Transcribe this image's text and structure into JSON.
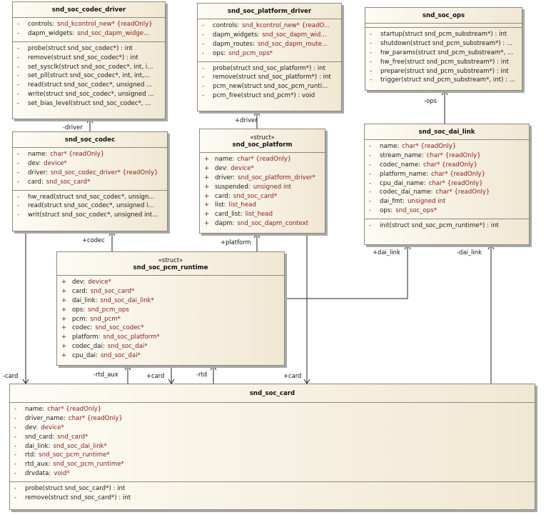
{
  "classes": {
    "codec_driver": {
      "title": "snd_soc_codec_driver",
      "attrs": [
        {
          "vis": "-",
          "name": "controls:",
          "type": "snd_kcontrol_new* {readOnly}"
        },
        {
          "vis": "-",
          "name": "dapm_widgets:",
          "type": "snd_soc_dapm_widge..."
        }
      ],
      "ops": [
        {
          "vis": "-",
          "text": "probe(struct snd_soc_codec*) : int"
        },
        {
          "vis": "-",
          "text": "remove(struct snd_soc_codec*) : int"
        },
        {
          "vis": "-",
          "text": "set_sysclk(struct snd_soc_codec*, int, i..."
        },
        {
          "vis": "-",
          "text": "set_pll(struct snd_soc_codec*, int, int,..."
        },
        {
          "vis": "-",
          "text": "read(struct snd_soc_codec*, unsigned ..."
        },
        {
          "vis": "-",
          "text": "write(struct snd_soc_codec*, unsigned ..."
        },
        {
          "vis": "-",
          "text": "set_bias_level(struct snd_soc_codec*, ..."
        }
      ]
    },
    "platform_driver": {
      "title": "snd_soc_platform_driver",
      "attrs": [
        {
          "vis": "-",
          "name": "controls:",
          "type": "snd_kcontrol_new* {readO..."
        },
        {
          "vis": "-",
          "name": "dapm_widgets:",
          "type": "snd_soc_dapm_wid..."
        },
        {
          "vis": "-",
          "name": "dapm_routes:",
          "type": "snd_soc_dapm_route..."
        },
        {
          "vis": "-",
          "name": "ops:",
          "type": "snd_pcm_ops*"
        }
      ],
      "ops": [
        {
          "vis": "-",
          "text": "probe(struct snd_soc_platform*) : int"
        },
        {
          "vis": "-",
          "text": "remove(struct snd_soc_platform*) : int"
        },
        {
          "vis": "-",
          "text": "pcm_new(struct snd_soc_pcm_runti..."
        },
        {
          "vis": "-",
          "text": "pcm_free(struct snd_pcm*) : void"
        }
      ]
    },
    "soc_ops": {
      "title": "snd_soc_ops",
      "attrs": [],
      "ops": [
        {
          "vis": "-",
          "text": "startup(struct snd_pcm_substream*) : int"
        },
        {
          "vis": "-",
          "text": "shutdown(struct snd_pcm_substream*) : ..."
        },
        {
          "vis": "-",
          "text": "hw_params(struct snd_pcm_substream*, ..."
        },
        {
          "vis": "-",
          "text": "hw_free(struct snd_pcm_substream*) : int"
        },
        {
          "vis": "-",
          "text": "prepare(struct snd_pcm_substream*) : int"
        },
        {
          "vis": "-",
          "text": "trigger(struct snd_pcm_substream*, int) : ..."
        }
      ]
    },
    "codec": {
      "title": "snd_soc_codec",
      "attrs": [
        {
          "vis": "-",
          "name": "name:",
          "type": "char* {readOnly}"
        },
        {
          "vis": "-",
          "name": "dev:",
          "type": "device*"
        },
        {
          "vis": "-",
          "name": "driver:",
          "type": "snd_soc_codec_driver* {readOnly}"
        },
        {
          "vis": "-",
          "name": "card:",
          "type": "snd_soc_card*"
        }
      ],
      "ops": [
        {
          "vis": "-",
          "text": "hw_read(struct snd_soc_codec*, unsign..."
        },
        {
          "vis": "-",
          "text": "read(struct snd_soc_codec*, unsigned i..."
        },
        {
          "vis": "-",
          "text": "writ(struct snd_soc_codec*, unsigned int..."
        }
      ]
    },
    "platform": {
      "stereotype": "«struct»",
      "title": "snd_soc_platform",
      "attrs": [
        {
          "vis": "+",
          "name": "name:",
          "type": "char* {readOnly}"
        },
        {
          "vis": "+",
          "name": "dev:",
          "type": "device*"
        },
        {
          "vis": "+",
          "name": "driver:",
          "type": "snd_soc_platform_driver*"
        },
        {
          "vis": "+",
          "name": "suspended:",
          "type": "unsigned int"
        },
        {
          "vis": "+",
          "name": "card:",
          "type": "snd_soc_card*"
        },
        {
          "vis": "+",
          "name": "list:",
          "type": "list_head"
        },
        {
          "vis": "+",
          "name": "card_list:",
          "type": "list_head"
        },
        {
          "vis": "+",
          "name": "dapm:",
          "type": "snd_soc_dapm_context"
        }
      ],
      "ops": []
    },
    "dai_link": {
      "title": "snd_soc_dai_link",
      "attrs": [
        {
          "vis": "-",
          "name": "name:",
          "type": "char* {readOnly}"
        },
        {
          "vis": "-",
          "name": "stream_name:",
          "type": "char* {readOnly}"
        },
        {
          "vis": "-",
          "name": "codec_name:",
          "type": "char* {readOnly}"
        },
        {
          "vis": "-",
          "name": "platform_name:",
          "type": "char* {readOnly}"
        },
        {
          "vis": "-",
          "name": "cpu_dai_name:",
          "type": "char* {readOnly}"
        },
        {
          "vis": "-",
          "name": "codec_dai_name:",
          "type": "char* {readOnly}"
        },
        {
          "vis": "-",
          "name": "dai_fmt:",
          "type": "unsigned int"
        },
        {
          "vis": "-",
          "name": "ops:",
          "type": "snd_soc_ops*"
        }
      ],
      "ops": [
        {
          "vis": "-",
          "text": "init(struct snd_soc_pcm_runtime*) : int"
        }
      ]
    },
    "pcm_runtime": {
      "stereotype": "«struct»",
      "title": "snd_soc_pcm_runtime",
      "attrs": [
        {
          "vis": "+",
          "name": "dev:",
          "type": "device*"
        },
        {
          "vis": "+",
          "name": "card:",
          "type": "snd_soc_card*"
        },
        {
          "vis": "+",
          "name": "dai_link:",
          "type": "snd_soc_dai_link*"
        },
        {
          "vis": "+",
          "name": "ops:",
          "type": "snd_pcm_ops"
        },
        {
          "vis": "+",
          "name": "pcm:",
          "type": "snd_pcm*"
        },
        {
          "vis": "+",
          "name": "codec:",
          "type": "snd_soc_codec*"
        },
        {
          "vis": "+",
          "name": "platform:",
          "type": "snd_soc_platform*"
        },
        {
          "vis": "+",
          "name": "codec_dai:",
          "type": "snd_soc_dai*"
        },
        {
          "vis": "+",
          "name": "cpu_dai:",
          "type": "snd_soc_dai*"
        }
      ],
      "ops": []
    },
    "card": {
      "title": "snd_soc_card",
      "attrs": [
        {
          "vis": "-",
          "name": "name:",
          "type": "char* {readOnly}"
        },
        {
          "vis": "-",
          "name": "driver_name:",
          "type": "char* {readOnly}"
        },
        {
          "vis": "-",
          "name": "dev:",
          "type": "device*"
        },
        {
          "vis": "-",
          "name": "snd_card:",
          "type": "snd_card*"
        },
        {
          "vis": "-",
          "name": "dai_link:",
          "type": "snd_soc_dai_link*"
        },
        {
          "vis": "-",
          "name": "rtd:",
          "type": "snd_soc_pcm_runtime*"
        },
        {
          "vis": "-",
          "name": "rtd_aux:",
          "type": "snd_soc_pcm_runtime*"
        },
        {
          "vis": "-",
          "name": "drvdata:",
          "type": "void*"
        }
      ],
      "ops": [
        {
          "vis": "-",
          "text": "probe(struct snd_soc_card*) : int"
        },
        {
          "vis": "-",
          "text": "remove(struct snd_soc_card*) : int"
        }
      ]
    }
  },
  "labels": {
    "driver_codec": "-driver",
    "driver_platform": "+driver",
    "ops": "-ops",
    "codec": "+codec",
    "platform": "+platform",
    "dai_link_plus": "+dai_link",
    "dai_link_minus": "-dai_link",
    "card_minus": "-card",
    "rtd_aux": "-rtd_aux",
    "card_plus_1": "+card",
    "rtd": "-rtd",
    "card_plus_2": "+card"
  }
}
